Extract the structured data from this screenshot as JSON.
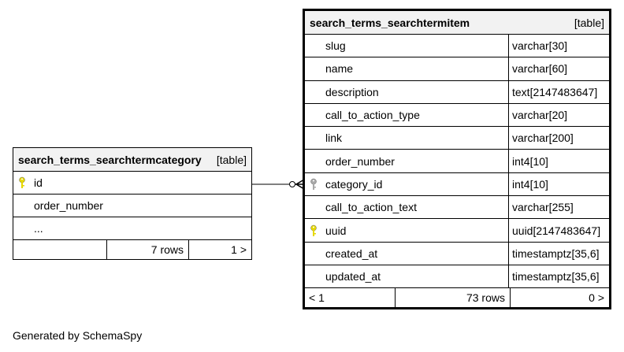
{
  "category_table": {
    "name": "search_terms_searchtermcategory",
    "tag": "[table]",
    "columns": [
      {
        "name": "id",
        "key": "primary-key-icon"
      },
      {
        "name": "order_number",
        "key": ""
      },
      {
        "name": "...",
        "key": ""
      }
    ],
    "footer": {
      "left": "",
      "rows": "7 rows",
      "children": "1 >"
    }
  },
  "item_table": {
    "name": "search_terms_searchtermitem",
    "tag": "[table]",
    "columns": [
      {
        "name": "slug",
        "type": "varchar[30]",
        "key": ""
      },
      {
        "name": "name",
        "type": "varchar[60]",
        "key": ""
      },
      {
        "name": "description",
        "type": "text[2147483647]",
        "key": ""
      },
      {
        "name": "call_to_action_type",
        "type": "varchar[20]",
        "key": ""
      },
      {
        "name": "link",
        "type": "varchar[200]",
        "key": ""
      },
      {
        "name": "order_number",
        "type": "int4[10]",
        "key": ""
      },
      {
        "name": "category_id",
        "type": "int4[10]",
        "key": "foreign-key-icon"
      },
      {
        "name": "call_to_action_text",
        "type": "varchar[255]",
        "key": ""
      },
      {
        "name": "uuid",
        "type": "uuid[2147483647]",
        "key": "primary-key-icon"
      },
      {
        "name": "created_at",
        "type": "timestamptz[35,6]",
        "key": ""
      },
      {
        "name": "updated_at",
        "type": "timestamptz[35,6]",
        "key": ""
      }
    ],
    "footer": {
      "parents": "< 1",
      "rows": "73 rows",
      "children": "0 >"
    }
  },
  "generated_by": "Generated by SchemaSpy",
  "colors": {
    "primary_key": "#e6d800",
    "foreign_key": "#a8a8a8",
    "header_bg": "#f2f2f2"
  }
}
